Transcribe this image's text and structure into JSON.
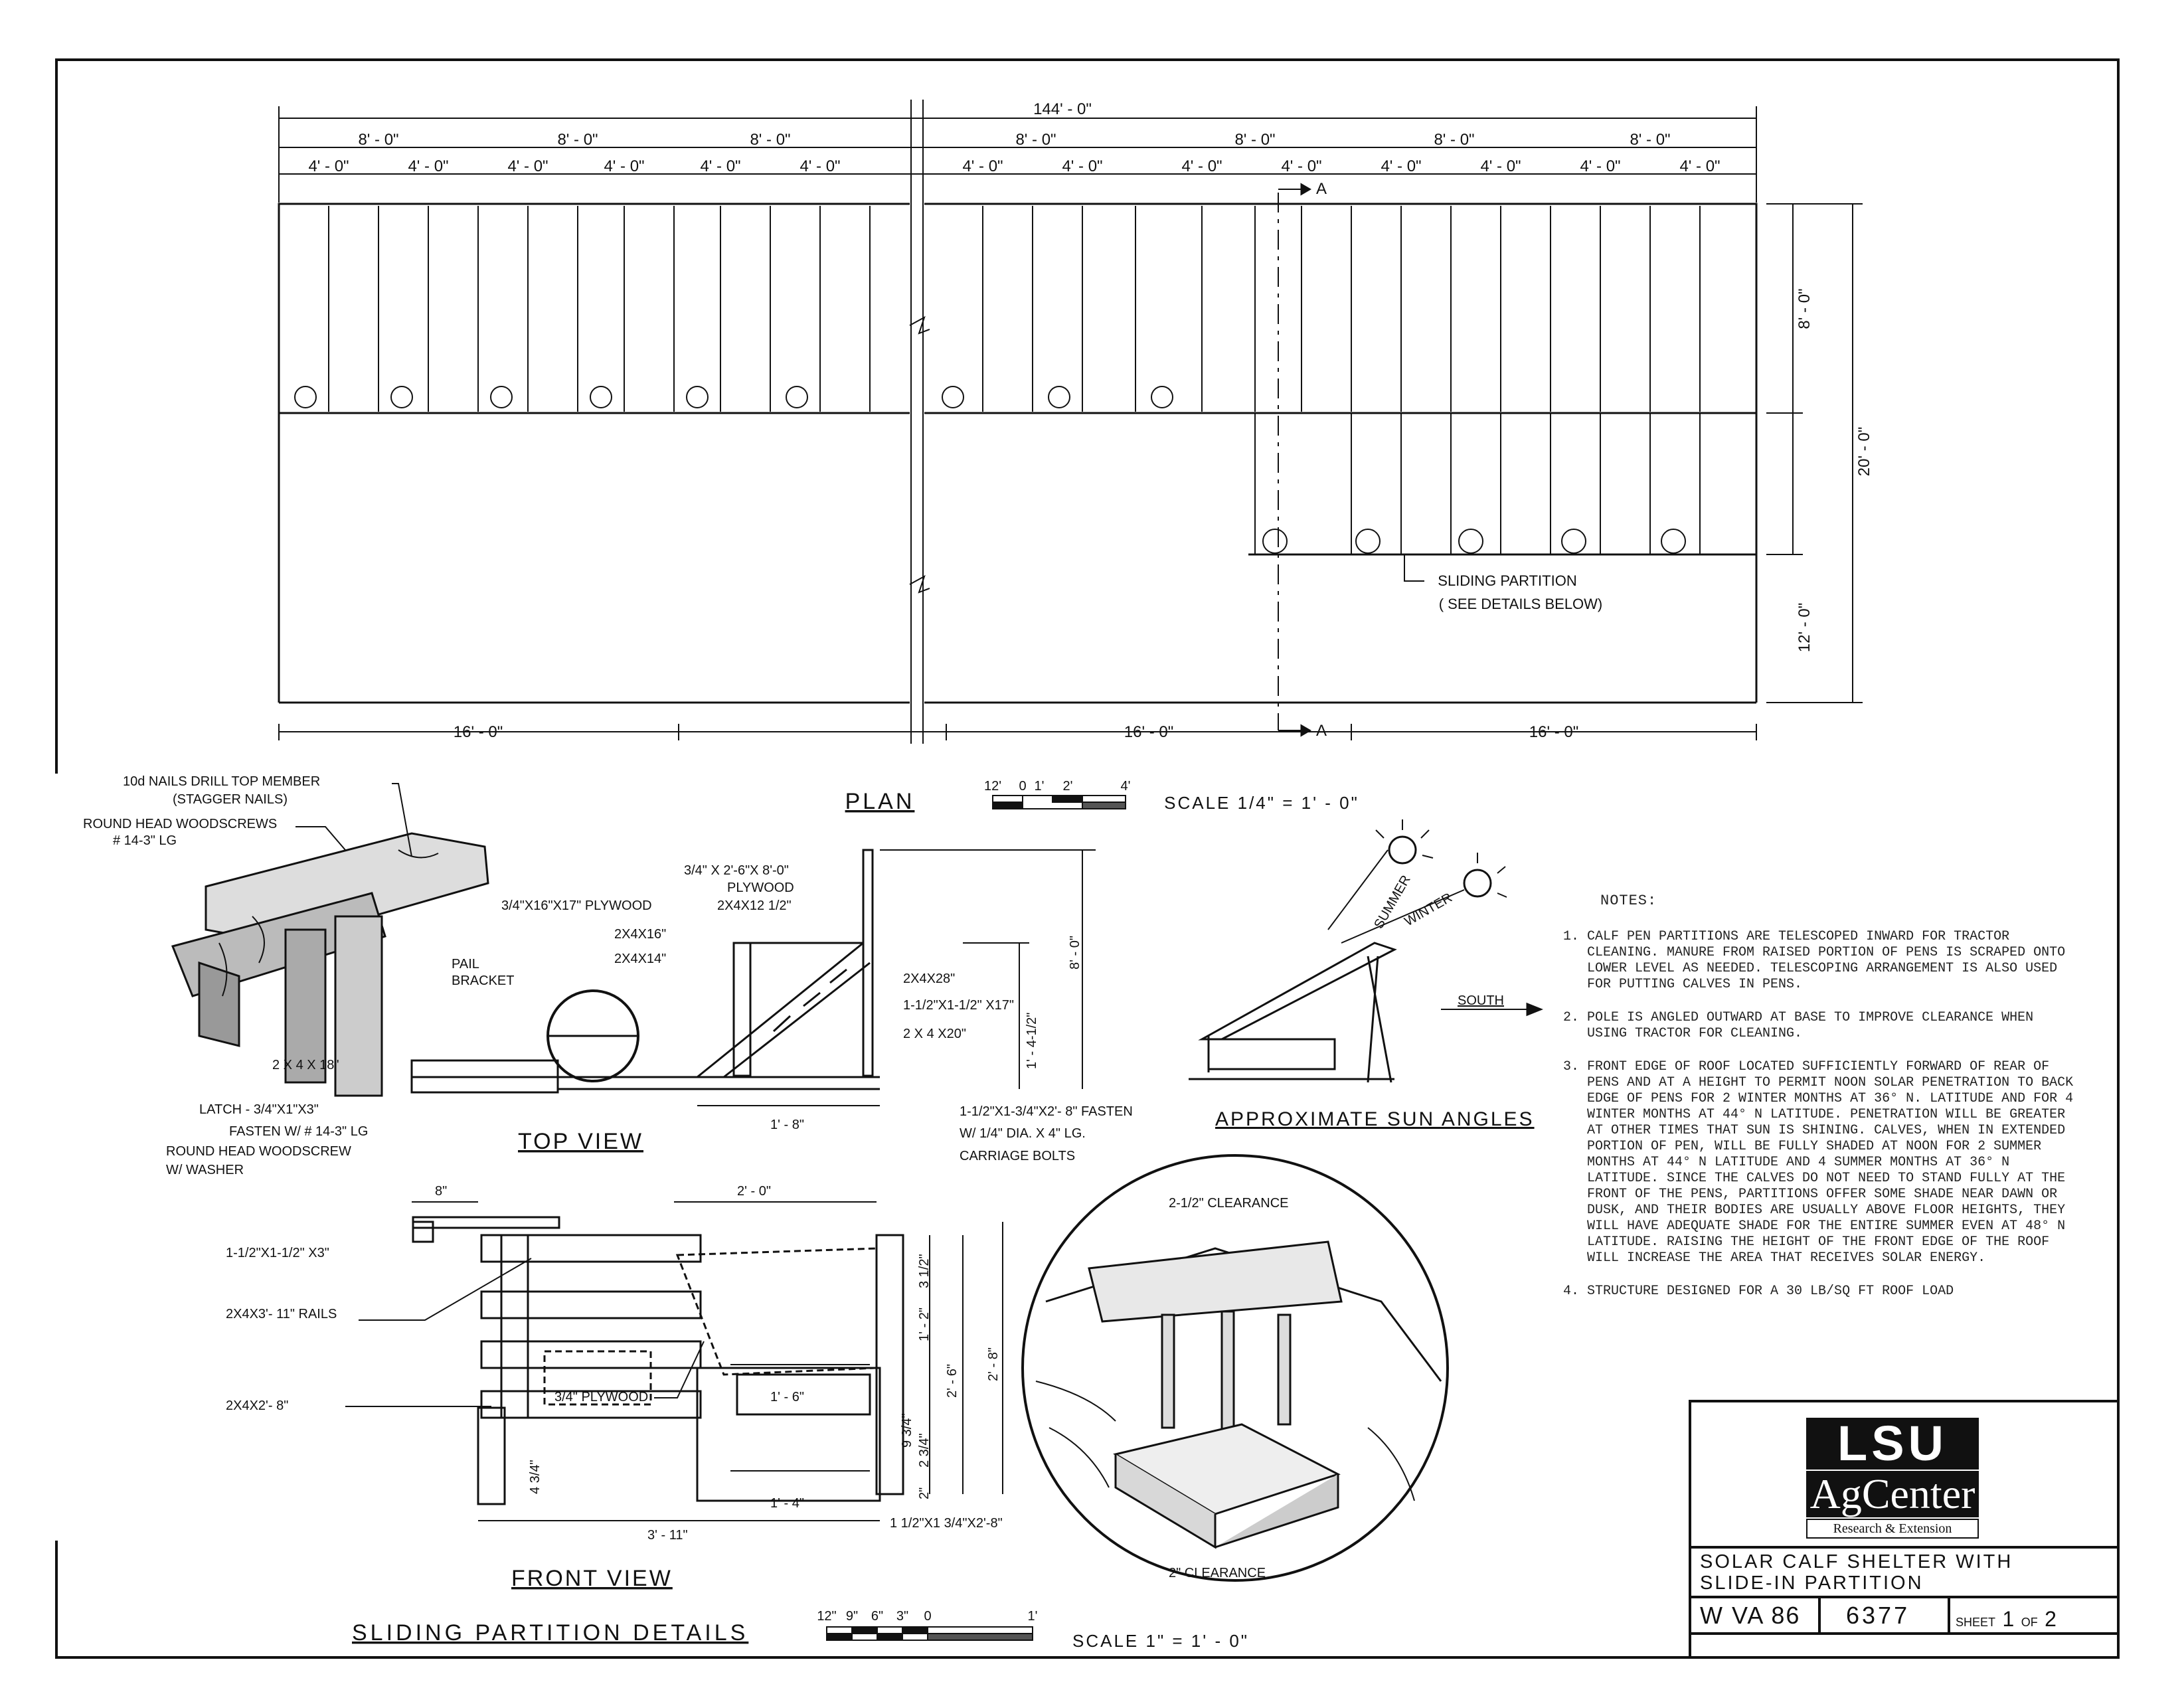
{
  "plan": {
    "overall_dim": "144' - 0\"",
    "eight_ft_dims": [
      "8' - 0\"",
      "8' - 0\"",
      "8' - 0\"",
      "8' - 0\"",
      "8' - 0\"",
      "8' - 0\"",
      "8' - 0\""
    ],
    "four_ft_dims": [
      "4' - 0\"",
      "4' - 0\"",
      "4' - 0\"",
      "4' - 0\"",
      "4' - 0\"",
      "4' - 0\"",
      "4' - 0\"",
      "4' - 0\"",
      "4' - 0\"",
      "4' - 0\"",
      "4' - 0\"",
      "4' - 0\"",
      "4' - 0\"",
      "4' - 0\""
    ],
    "bottom_dims": [
      "16' - 0\"",
      "16' - 0\"",
      "16' - 0\""
    ],
    "right_dims": {
      "upper": "8' - 0\"",
      "lower": "12' - 0\"",
      "overall": "20' - 0\""
    },
    "section_mark": "A",
    "sliding_partition_note_1": "SLIDING PARTITION",
    "sliding_partition_note_2": "( SEE   DETAILS  BELOW)",
    "title": "PLAN",
    "scale_label": "SCALE   1/4\" = 1' - 0\"",
    "scale_ticks": [
      "12'",
      "0",
      "1'",
      "2'",
      "4'"
    ]
  },
  "sun": {
    "summer": "SUMMER",
    "winter": "WINTER",
    "south": "SOUTH",
    "title": "APPROXIMATE  SUN  ANGLES"
  },
  "notes": {
    "header": "NOTES:",
    "items": [
      "CALF PEN PARTITIONS ARE TELESCOPED INWARD FOR TRACTOR CLEANING.  MANURE FROM RAISED PORTION OF PENS IS SCRAPED ONTO LOWER LEVEL AS NEEDED.  TELESCOPING ARRANGEMENT IS ALSO USED FOR PUTTING CALVES IN PENS.",
      "POLE IS ANGLED OUTWARD AT BASE TO IMPROVE CLEARANCE WHEN USING TRACTOR FOR CLEANING.",
      "FRONT EDGE OF ROOF LOCATED SUFFICIENTLY FORWARD OF REAR OF PENS AND AT A HEIGHT TO PERMIT NOON SOLAR PENETRATION TO BACK EDGE OF PENS FOR 2 WINTER MONTHS AT 36° N. LATITUDE AND FOR 4 WINTER MONTHS AT 44° N LATITUDE.  PENETRATION WILL BE GREATER AT OTHER TIMES THAT SUN IS SHINING. CALVES, WHEN IN EXTENDED PORTION OF PEN, WILL BE FULLY SHADED AT NOON FOR 2 SUMMER MONTHS AT 44° N LATITUDE AND 4 SUMMER MONTHS AT 36° N LATITUDE.  SINCE THE CALVES DO NOT NEED TO STAND FULLY AT THE FRONT OF THE PENS, PARTITIONS OFFER SOME SHADE NEAR DAWN OR DUSK, AND THEIR BODIES ARE USUALLY ABOVE FLOOR HEIGHTS, THEY WILL HAVE ADEQUATE SHADE FOR THE ENTIRE SUMMER EVEN AT 48° N LATITUDE. RAISING THE HEIGHT OF THE FRONT EDGE OF THE ROOF WILL INCREASE THE AREA THAT RECEIVES SOLAR ENERGY.",
      "STRUCTURE DESIGNED FOR A 30 LB/SQ FT ROOF LOAD"
    ]
  },
  "iso_detail": {
    "nails": "10d NAILS DRILL TOP MEMBER",
    "nails_2": "(STAGGER NAILS)",
    "woodscrews": "ROUND HEAD WOODSCREWS",
    "woodscrews_2": "#  14-3\" LG"
  },
  "top_view": {
    "title": "TOP VIEW",
    "plywood_big": "3/4\" X 2'-6\"X 8'-0\"",
    "plywood_big_2": "PLYWOOD",
    "plywood_small": "3/4\"X16\"X17\" PLYWOOD",
    "l_2x4x12": "2X4X12 1/2\"",
    "l_2x4x16": "2X4X16\"",
    "l_2x4x14": "2X4X14\"",
    "pail": "PAIL",
    "pail_2": "BRACKET",
    "l_2x4x18": "2 X 4 X 18\"",
    "l_2x4x28": "2X4X28\"",
    "l_cleat": "1-1/2\"X1-1/2\" X17\"",
    "l_2x4x20": "2 X 4 X20\"",
    "dim_8ft": "8' - 0\"",
    "dim_1_4": "1' - 4-1/2\"",
    "dim_1_8": "1' - 8\"",
    "latch": "LATCH - 3/4\"X1\"X3\"",
    "latch_2": "FASTEN W/ # 14-3\" LG",
    "latch_3": "ROUND HEAD WOODSCREW",
    "latch_4": "W/ WASHER",
    "fasten": "1-1/2\"X1-3/4\"X2'- 8\" FASTEN",
    "fasten_2": "W/ 1/4\" DIA. X  4\" LG.",
    "fasten_3": "CARRIAGE BOLTS"
  },
  "front_view": {
    "title": "FRONT  VIEW",
    "dim_8": "8\"",
    "dim_2_0": "2' - 0\"",
    "l_block": "1-1/2\"X1-1/2\" X3\"",
    "l_rails": "2X4X3'- 11\" RAILS",
    "l_2x4x2_8": "2X4X2'- 8\"",
    "l_plywood": "3/4\" PLYWOOD",
    "dim_1_6": "1' - 6\"",
    "dim_1_4": "1' - 4\"",
    "dim_3_11": "3' - 11\"",
    "dim_3_5": "3 1/2\"",
    "dim_1_2": "1' - 2\"",
    "dim_9_3_4": "9 3/4\"",
    "dim_2_3_4": "2 3/4\"",
    "dim_2": "2\"",
    "dim_2_6": "2' - 6\"",
    "dim_2_8": "2' - 8\"",
    "dim_4_3_4": "4 3/4\"",
    "l_bottom": "1 1/2\"X1 3/4\"X2'-8\""
  },
  "circle_detail": {
    "clearance_top": "2-1/2\" CLEARANCE",
    "clearance_bottom": "2\" CLEARANCE"
  },
  "details": {
    "title": "SLIDING  PARTITION  DETAILS",
    "scale_label": "SCALE   1\" = 1' - 0\"",
    "scale_ticks": [
      "12\"",
      "9\"",
      "6\"",
      "3\"",
      "0",
      "1'"
    ]
  },
  "title_block": {
    "logo_lsu": "LSU",
    "logo_ag": "AgCenter",
    "logo_re": "Research & Extension",
    "title_1": "SOLAR  CALF  SHELTER  WITH",
    "title_2": "SLIDE-IN  PARTITION",
    "plan_code": "W VA 86",
    "plan_number": "6377",
    "sheet_label": "SHEET",
    "sheet_num": "1",
    "sheet_of": "OF",
    "sheet_total": "2"
  }
}
